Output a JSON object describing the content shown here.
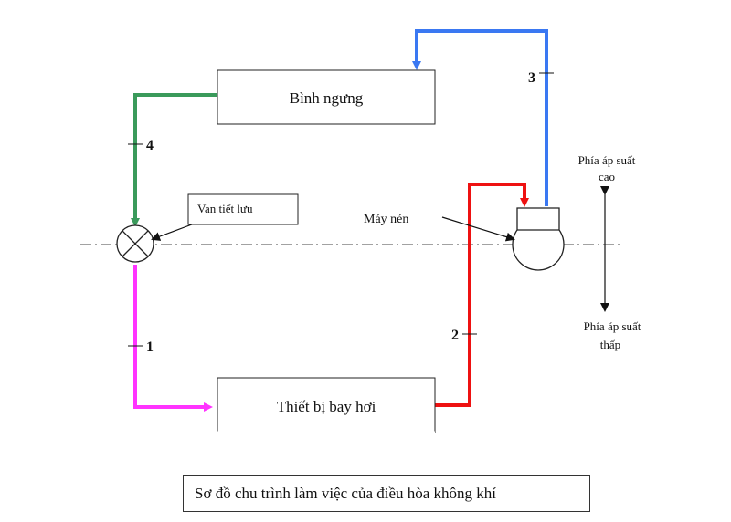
{
  "diagram": {
    "condenser_label": "Bình ngưng",
    "evaporator_label": "Thiết bị bay hơi",
    "valve_label": "Van tiết lưu",
    "compressor_label": "Máy nén",
    "high_pressure_label_line1": "Phía áp suất",
    "high_pressure_label_line2": "cao",
    "low_pressure_label_line1": "Phía áp suất",
    "low_pressure_label_line2": "thấp",
    "line_numbers": [
      "1",
      "2",
      "3",
      "4"
    ],
    "colors": {
      "line_1": "#ff33ff",
      "line_2": "#ee1111",
      "line_3": "#3a78f2",
      "line_4": "#3a9a5b"
    }
  },
  "caption": "Sơ đồ chu trình làm việc của điều hòa không khí"
}
